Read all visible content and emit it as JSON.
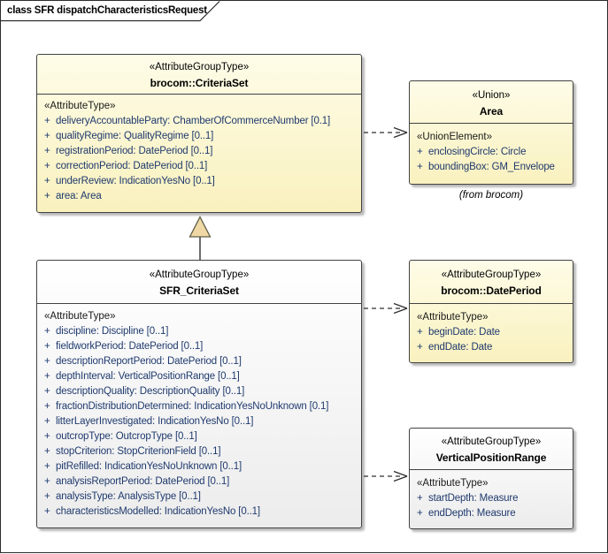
{
  "diagram": {
    "title": "class SFR dispatchCharacteristicsRequest"
  },
  "ui": {
    "plus": "+"
  },
  "colors": {
    "yellow_fill_top": "#FEFCE8",
    "yellow_fill_bottom": "#F9F1BE",
    "gray_fill_top": "#FFFFFF",
    "gray_fill_bottom": "#ECECEC",
    "border": "#424242",
    "attribute_text": "#1F3A6E",
    "title_text": "#000000",
    "generalization_fill": "#F0D8A6",
    "connector_line": "#2e2e2e"
  },
  "boxes": [
    {
      "id": "brocom-criteriaset",
      "stereotype": "«AttributeGroupType»",
      "name": "brocom::CriteriaSet",
      "section": "«AttributeType»",
      "attrs": [
        "deliveryAccountableParty: ChamberOfCommerceNumber [0.1]",
        "qualityRegime: QualityRegime [0..1]",
        "registrationPeriod: DatePeriod [0..1]",
        "correctionPeriod: DatePeriod [0..1]",
        "underReview: IndicationYesNo [0..1]",
        "area: Area"
      ]
    },
    {
      "id": "area",
      "stereotype": "«Union»",
      "name": "Area",
      "section": "«UnionElement»",
      "attrs": [
        "enclosingCircle: Circle",
        "boundingBox: GM_Envelope"
      ]
    },
    {
      "id": "sfr-criteriaset",
      "stereotype": "«AttributeGroupType»",
      "name": "SFR_CriteriaSet",
      "section": "«AttributeType»",
      "attrs": [
        "discipline: Discipline [0..1]",
        "fieldworkPeriod: DatePeriod [0..1]",
        "descriptionReportPeriod: DatePeriod [0..1]",
        "depthInterval: VerticalPositionRange [0..1]",
        "descriptionQuality: DescriptionQuality [0..1]",
        "fractionDistributionDetermined: IndicationYesNoUnknown [0.1]",
        "litterLayerInvestigated: IndicationYesNo [0..1]",
        "outcropType: OutcropType [0..1]",
        "stopCriterion: StopCriterionField [0..1]",
        "pitRefilled: IndicationYesNoUnknown [0..1]",
        "analysisReportPeriod: DatePeriod [0..1]",
        "analysisType: AnalysisType [0..1]",
        "characteristicsModelled: IndicationYesNo [0..1]"
      ]
    },
    {
      "id": "brocom-dateperiod",
      "stereotype": "«AttributeGroupType»",
      "name": "brocom::DatePeriod",
      "section": "«AttributeType»",
      "attrs": [
        "beginDate: Date",
        "endDate: Date"
      ]
    },
    {
      "id": "verticalpositionrange",
      "stereotype": "«AttributeGroupType»",
      "name": "VerticalPositionRange",
      "section": "«AttributeType»",
      "attrs": [
        "startDepth: Measure",
        "endDepth: Measure"
      ]
    }
  ],
  "captions": {
    "area_from": "(from brocom)"
  },
  "connectors": [
    {
      "type": "generalization",
      "from": "SFR_CriteriaSet",
      "to": "brocom::CriteriaSet"
    },
    {
      "type": "dependency",
      "from": "brocom::CriteriaSet",
      "to": "Area"
    },
    {
      "type": "dependency",
      "from": "SFR_CriteriaSet",
      "to": "brocom::DatePeriod"
    },
    {
      "type": "dependency",
      "from": "SFR_CriteriaSet",
      "to": "VerticalPositionRange"
    }
  ]
}
